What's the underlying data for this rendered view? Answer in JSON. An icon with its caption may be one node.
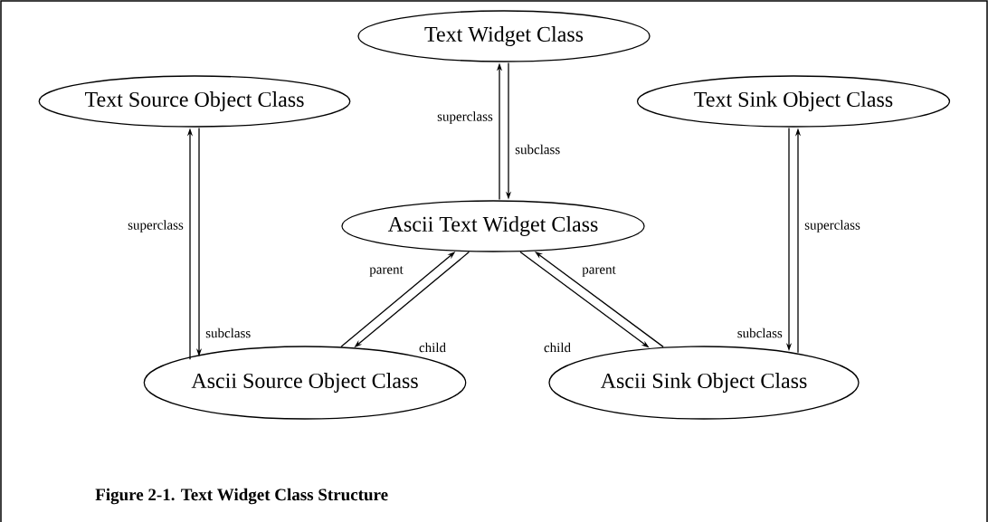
{
  "diagram": {
    "caption": "Figure 2-1. Text Widget Class Structure",
    "nodes": [
      {
        "text": [
          "Text Widget Class"
        ]
      },
      {
        "text": [
          "Text Source Object Class"
        ]
      },
      {
        "text": [
          "Text Sink Object Class"
        ]
      },
      {
        "text": [
          "Ascii Text Widget Class"
        ]
      },
      {
        "text": [
          "Ascii Source Object Class"
        ]
      },
      {
        "text": [
          "Ascii Sink Object Class"
        ]
      }
    ],
    "edges": [
      {
        "from": 3,
        "to": 0,
        "arrow": "to",
        "label": "superclass"
      },
      {
        "from": 0,
        "to": 3,
        "arrow": "to",
        "label": "subclass"
      },
      {
        "from": 4,
        "to": 1,
        "arrow": "to",
        "label": "superclass"
      },
      {
        "from": 1,
        "to": 4,
        "arrow": "to",
        "label": "subclass"
      },
      {
        "from": 4,
        "to": 3,
        "arrow": "to",
        "label": "parent"
      },
      {
        "from": 3,
        "to": 4,
        "arrow": "to",
        "label": "child"
      },
      {
        "from": 3,
        "to": 5,
        "arrow": "to",
        "label": "child"
      },
      {
        "from": 5,
        "to": 3,
        "arrow": "to",
        "label": "parent"
      },
      {
        "from": 2,
        "to": 5,
        "arrow": "to",
        "label": "subclass"
      },
      {
        "from": 5,
        "to": 2,
        "arrow": "to",
        "label": "superclass"
      }
    ]
  }
}
